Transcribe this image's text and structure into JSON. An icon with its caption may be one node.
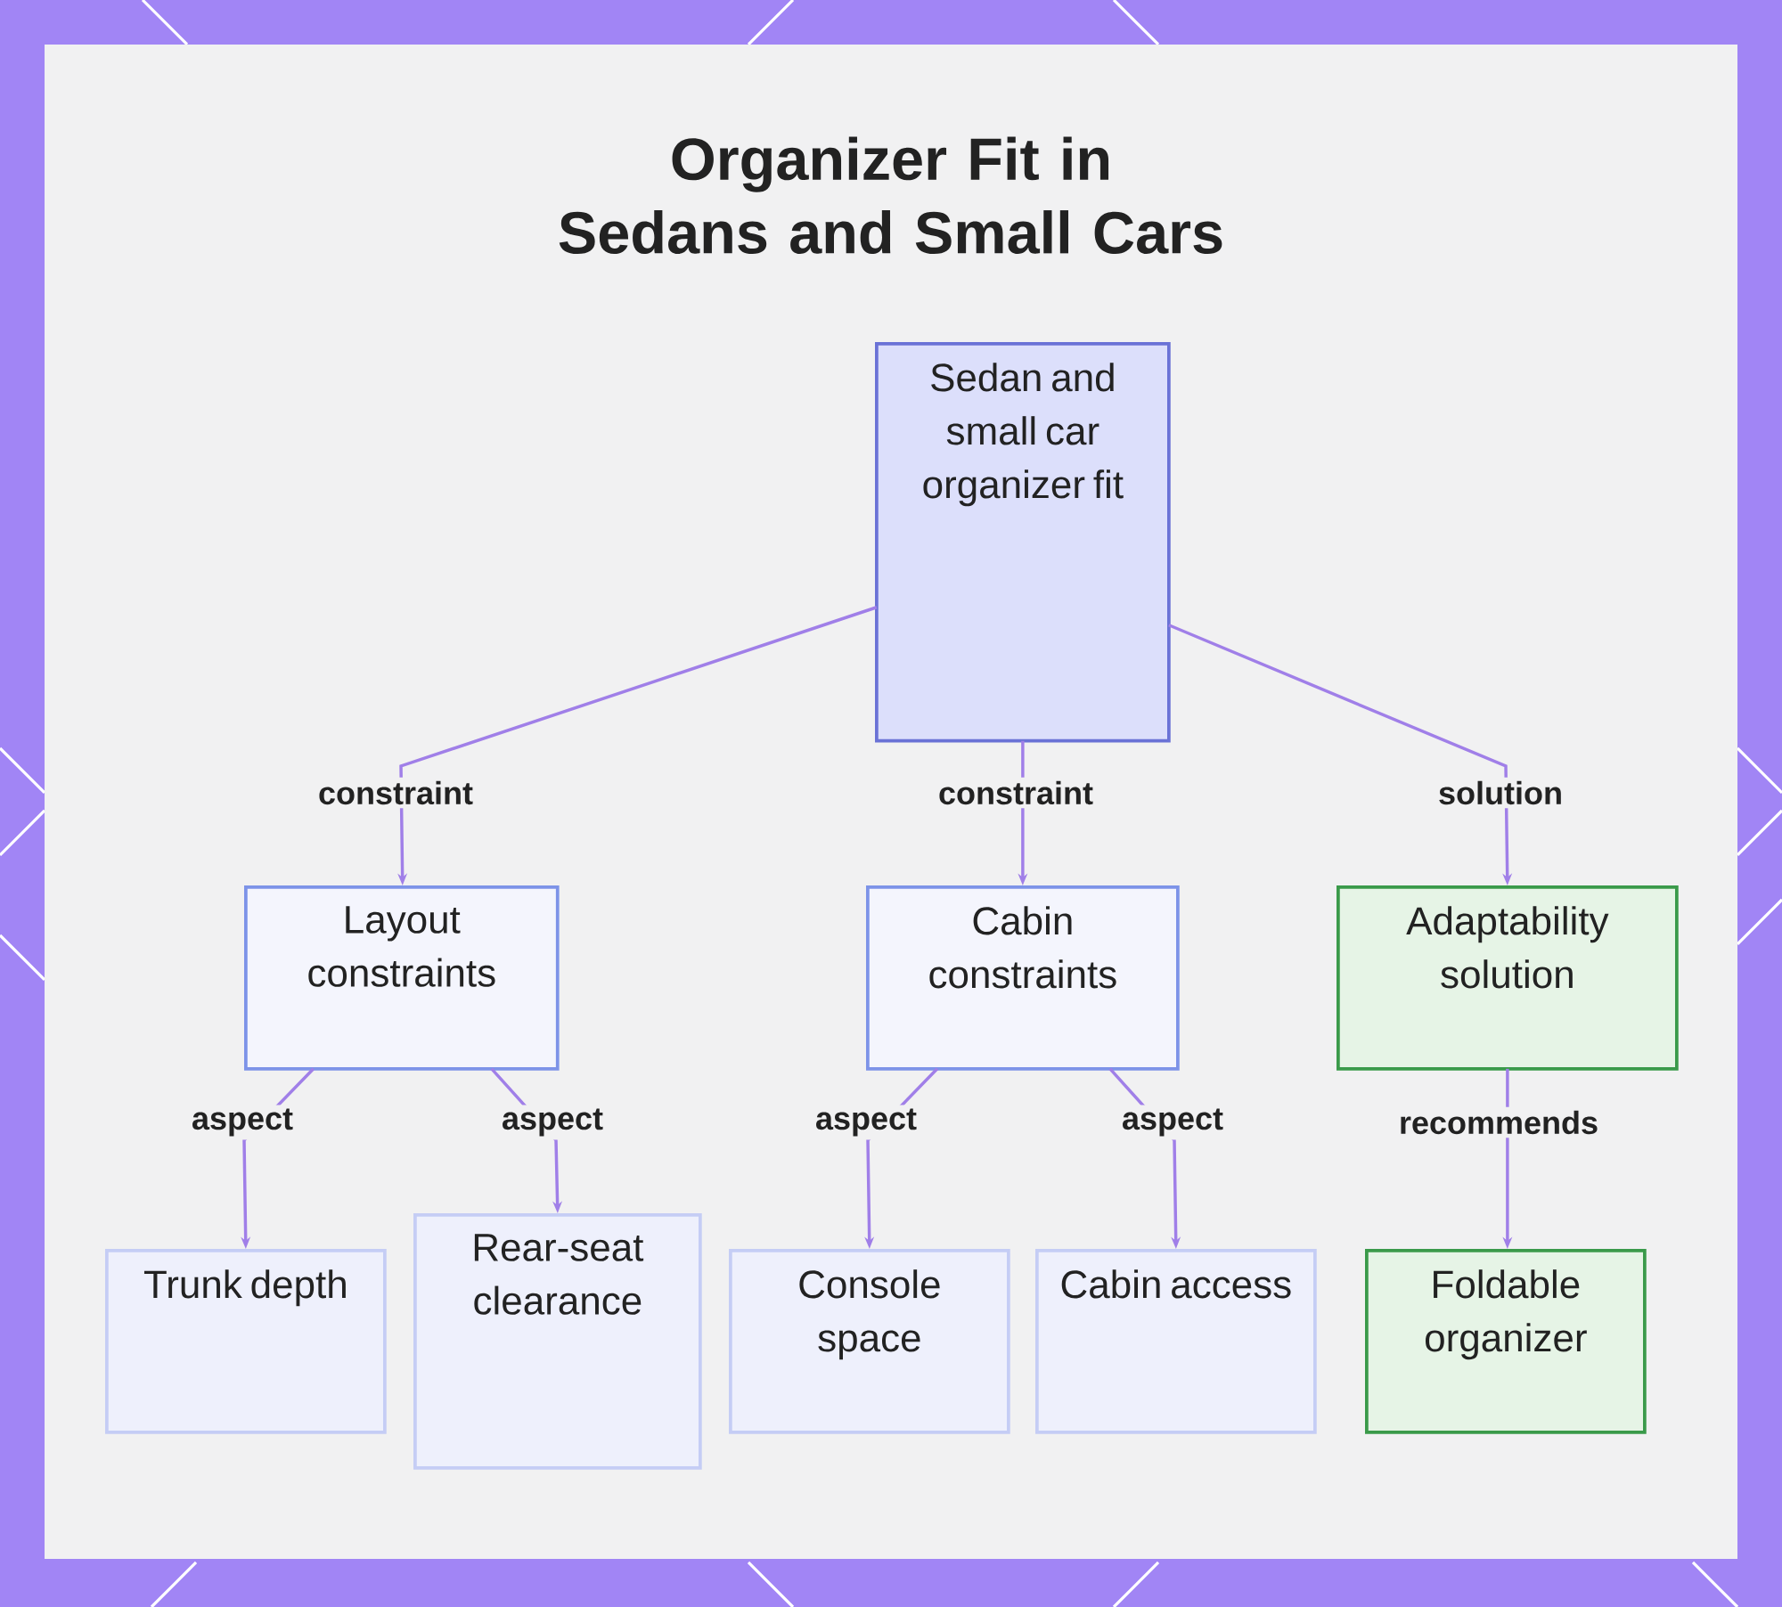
{
  "diagram": {
    "title": "Organizer Fit in Sedans and Small Cars",
    "nodes": [
      {
        "text": [
          "Sedan and small car organizer fit"
        ]
      },
      {
        "text": [
          "Layout constraints"
        ]
      },
      {
        "text": [
          "Cabin constraints"
        ]
      },
      {
        "text": [
          "Adaptability solution"
        ]
      },
      {
        "text": [
          "Trunk depth"
        ]
      },
      {
        "text": [
          "Rear-seat clearance"
        ]
      },
      {
        "text": [
          "Console space"
        ]
      },
      {
        "text": [
          "Cabin access"
        ]
      },
      {
        "text": [
          "Foldable organizer"
        ]
      }
    ],
    "edges": [
      {
        "from": 0,
        "to": 1,
        "arrow": "to",
        "label": "constraint"
      },
      {
        "from": 0,
        "to": 2,
        "arrow": "to",
        "label": "constraint"
      },
      {
        "from": 0,
        "to": 3,
        "arrow": "to",
        "label": "solution"
      },
      {
        "from": 1,
        "to": 4,
        "arrow": "to",
        "label": "aspect"
      },
      {
        "from": 1,
        "to": 5,
        "arrow": "to",
        "label": "aspect"
      },
      {
        "from": 2,
        "to": 6,
        "arrow": "to",
        "label": "aspect"
      },
      {
        "from": 2,
        "to": 7,
        "arrow": "to",
        "label": "aspect"
      },
      {
        "from": 3,
        "to": 8,
        "arrow": "to",
        "label": "recommends"
      }
    ]
  }
}
